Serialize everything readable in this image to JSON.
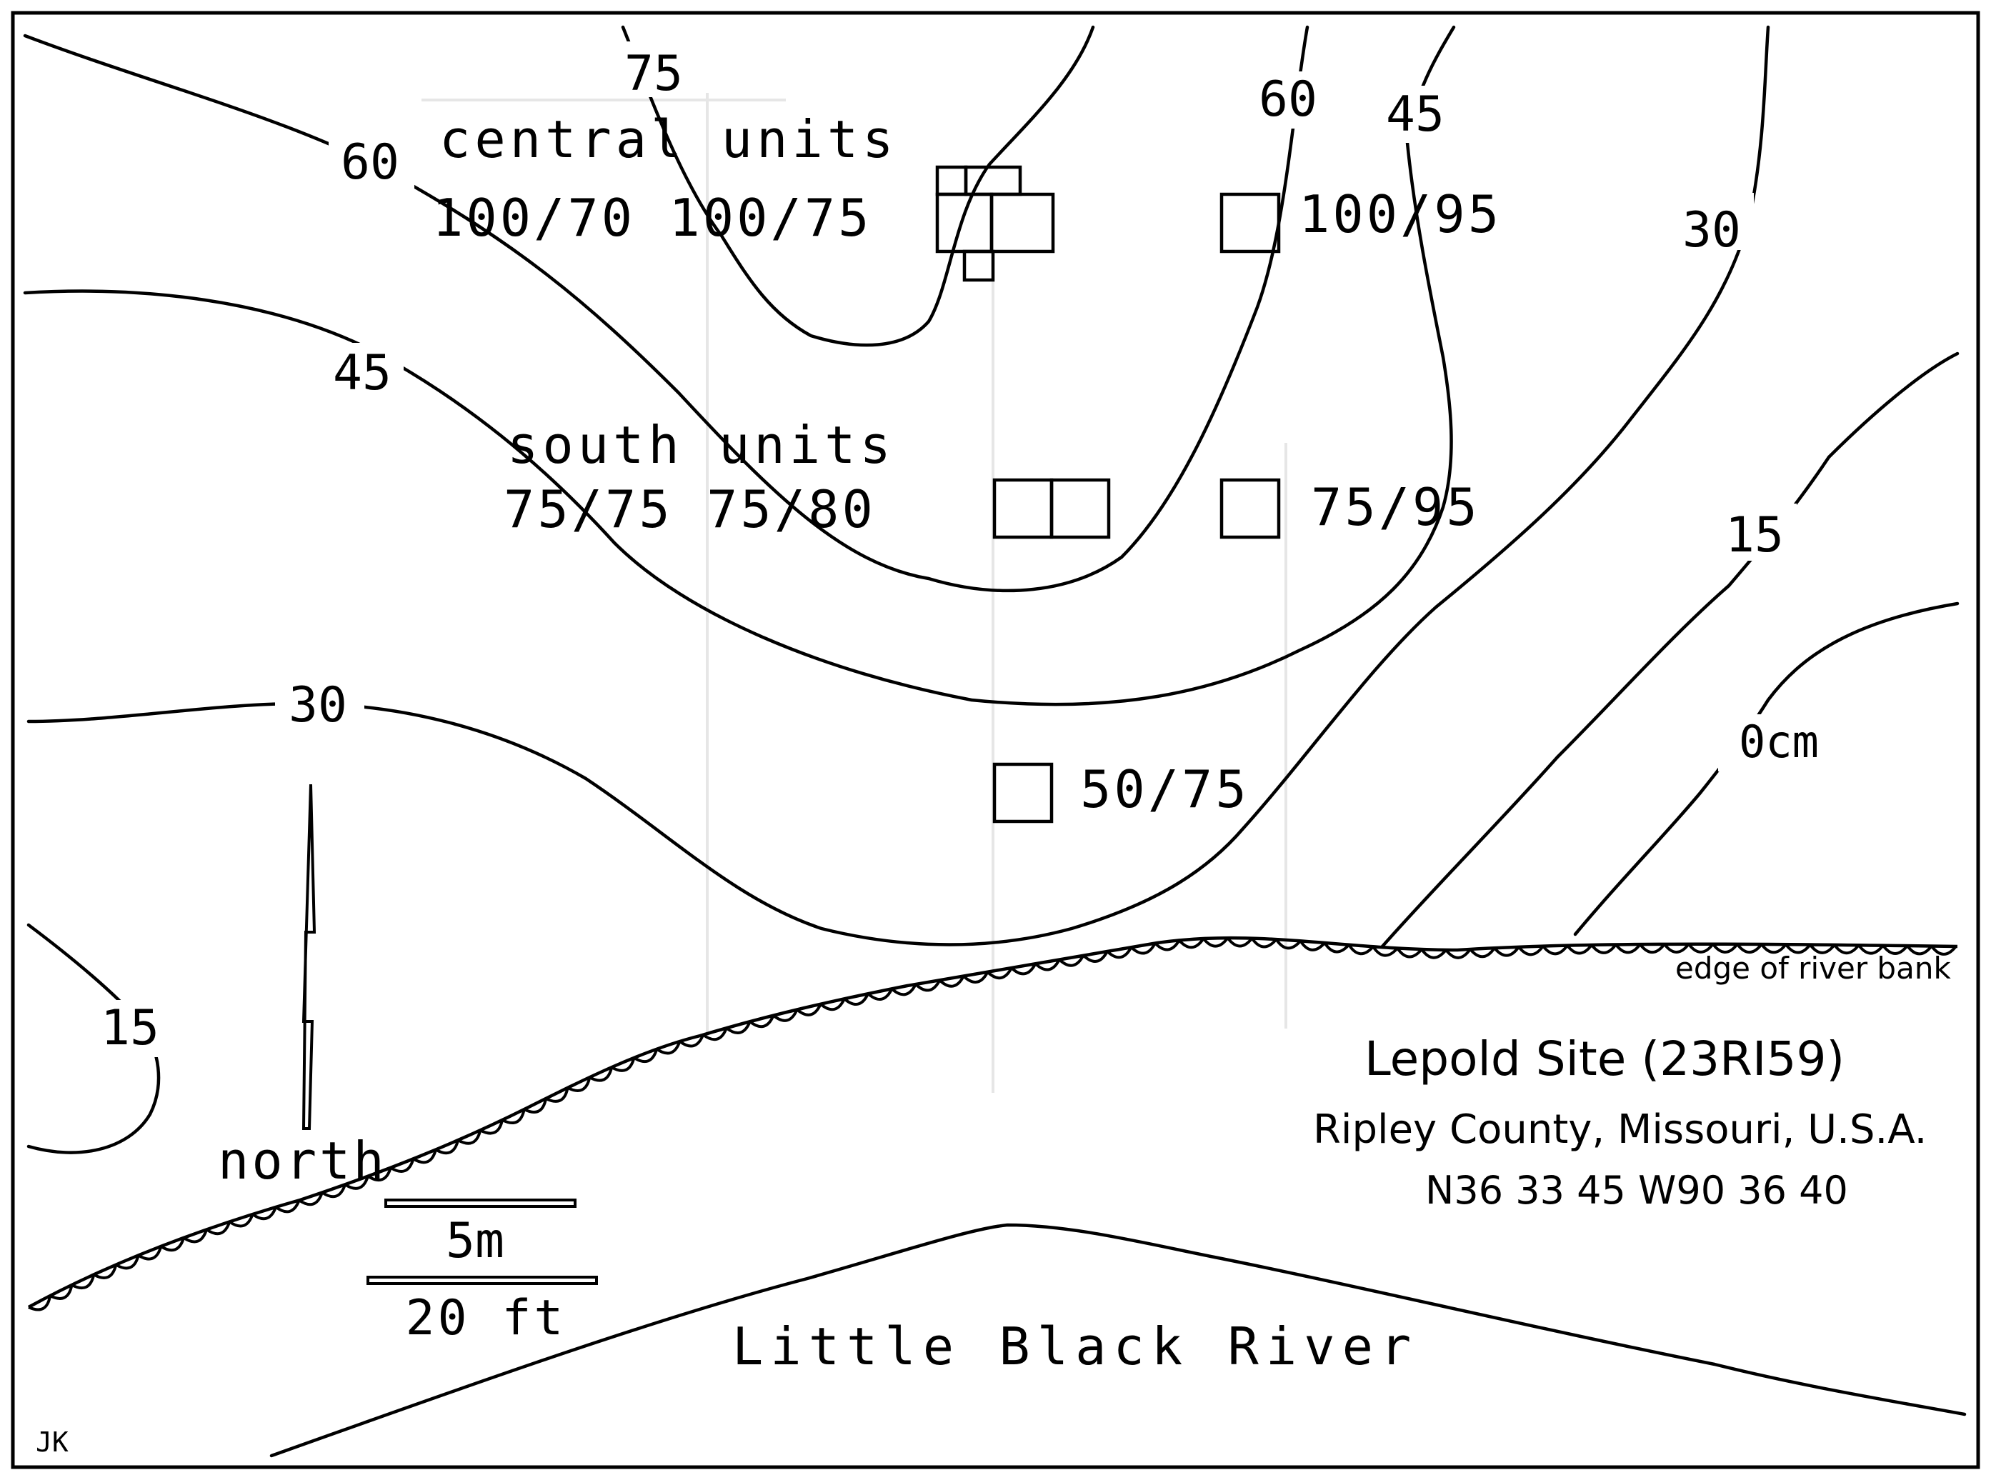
{
  "map": {
    "contour_labels": [
      "75",
      "60",
      "60",
      "45",
      "45",
      "30",
      "30",
      "15",
      "15",
      "0cm"
    ],
    "contour_depths_cm": [
      75,
      60,
      45,
      30,
      15,
      0
    ],
    "units": {
      "central_title": "central units",
      "central_ids": "100/70 100/75",
      "central_east": "100/95",
      "south_title": "south units",
      "south_ids": "75/75 75/80",
      "south_east": "75/95",
      "test_unit": "50/75"
    },
    "north_label": "north",
    "scale": {
      "metric": "5m",
      "imperial": "20 ft"
    },
    "river_bank_label": "edge of river bank",
    "river_label": "Little Black River",
    "site": {
      "name": "Lepold Site (23RI59)",
      "location": "Ripley County, Missouri, U.S.A.",
      "coordinates": "N36 33 45 W90 36 40"
    },
    "author": "JK",
    "colors": {
      "ink": "#000000",
      "paper": "#ffffff"
    }
  }
}
